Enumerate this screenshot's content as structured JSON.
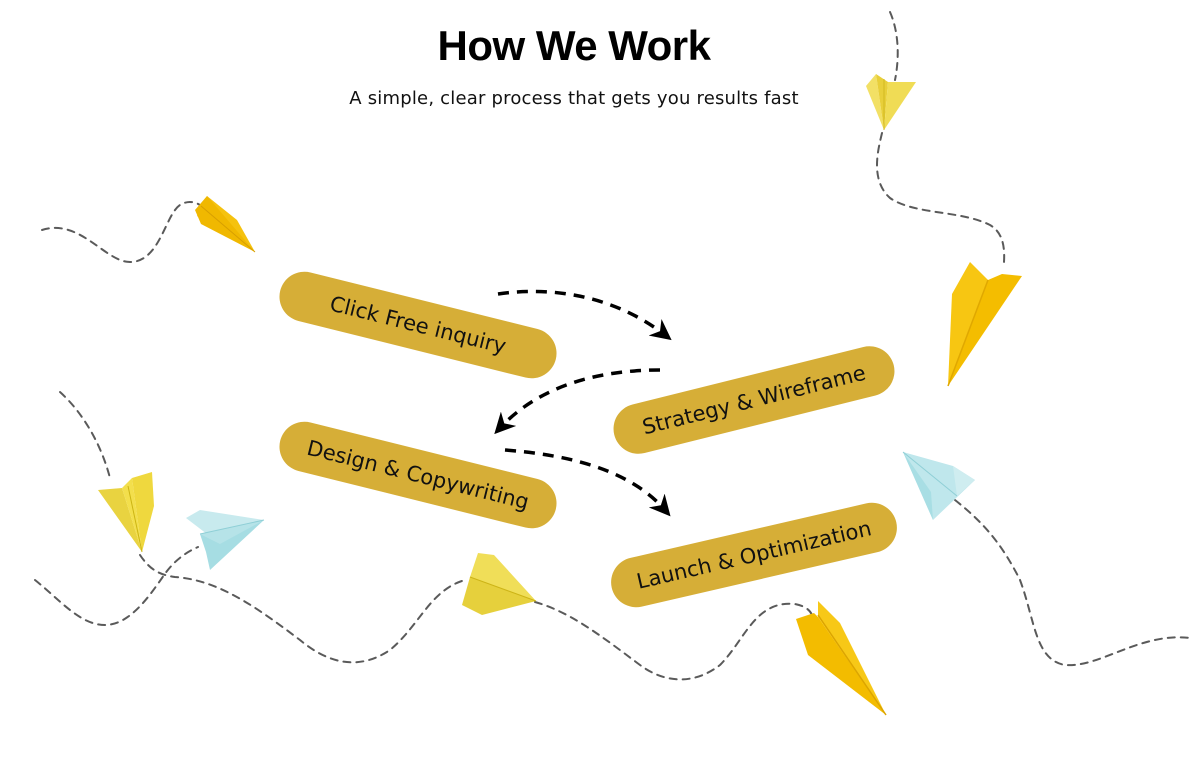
{
  "header": {
    "title": "How We Work",
    "subtitle": "A simple, clear process that gets you results fast"
  },
  "steps": [
    {
      "label": "Click Free inquiry"
    },
    {
      "label": "Strategy & Wireframe"
    },
    {
      "label": "Design & Copywriting"
    },
    {
      "label": "Launch & Optimization"
    }
  ],
  "flow": [
    {
      "from": "Click Free inquiry",
      "to": "Strategy & Wireframe"
    },
    {
      "from": "Strategy & Wireframe",
      "to": "Design & Copywriting"
    },
    {
      "from": "Design & Copywriting",
      "to": "Launch & Optimization"
    }
  ],
  "colors": {
    "pill": "#d6ae37",
    "text": "#111111",
    "arrow": "#000000",
    "trail": "#555555",
    "plane_yellow": "#f5c20f",
    "plane_pale_yellow": "#ecd94a",
    "plane_blue": "#a7dde2"
  },
  "decorations": {
    "paper_planes": [
      {
        "name": "paper-plane-yellow",
        "color": "yellow"
      },
      {
        "name": "paper-plane-pale-yellow",
        "color": "pale-yellow"
      },
      {
        "name": "paper-plane-yellow",
        "color": "yellow"
      },
      {
        "name": "paper-plane-pale-yellow",
        "color": "pale-yellow"
      },
      {
        "name": "paper-plane-blue",
        "color": "blue"
      },
      {
        "name": "paper-plane-pale-yellow",
        "color": "pale-yellow"
      },
      {
        "name": "paper-plane-yellow",
        "color": "yellow"
      },
      {
        "name": "paper-plane-blue",
        "color": "blue"
      }
    ]
  }
}
